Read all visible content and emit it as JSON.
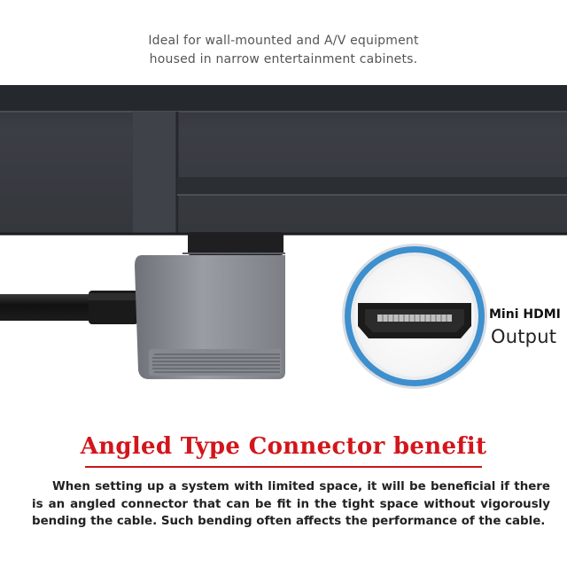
{
  "caption": {
    "line1": "Ideal for wall-mounted and A/V equipment",
    "line2": "housed in narrow entertainment cabinets."
  },
  "callout": {
    "label_line1": "Mini HDMI",
    "label_line2": "Output",
    "ring_color": "#3d8fcd"
  },
  "benefit": {
    "heading": "Angled Type Connector benefit",
    "heading_color": "#d2161b",
    "paragraph": "When setting up a system with limited space, it will be beneficial if there is an angled connector that can be fit in the tight space without vigorously bending the cable. Such bending often affects the performance of the cable."
  },
  "icons": [
    "device-body",
    "angled-connector-icon",
    "cable-icon",
    "mini-hdmi-port-icon"
  ]
}
